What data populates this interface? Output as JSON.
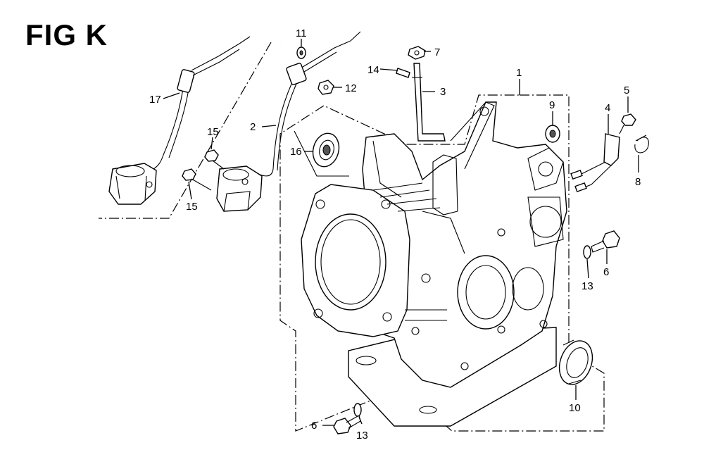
{
  "figure": {
    "title": "FIG K"
  },
  "callouts": [
    {
      "id": "c1",
      "text": "1"
    },
    {
      "id": "c2",
      "text": "2"
    },
    {
      "id": "c3",
      "text": "3"
    },
    {
      "id": "c4",
      "text": "4"
    },
    {
      "id": "c5",
      "text": "5"
    },
    {
      "id": "c6a",
      "text": "6"
    },
    {
      "id": "c6b",
      "text": "6"
    },
    {
      "id": "c7",
      "text": "7"
    },
    {
      "id": "c8",
      "text": "8"
    },
    {
      "id": "c9",
      "text": "9"
    },
    {
      "id": "c10",
      "text": "10"
    },
    {
      "id": "c11",
      "text": "11"
    },
    {
      "id": "c12",
      "text": "12"
    },
    {
      "id": "c13a",
      "text": "13"
    },
    {
      "id": "c13b",
      "text": "13"
    },
    {
      "id": "c14",
      "text": "14"
    },
    {
      "id": "c15a",
      "text": "15"
    },
    {
      "id": "c15b",
      "text": "15"
    },
    {
      "id": "c16",
      "text": "16"
    },
    {
      "id": "c17",
      "text": "17"
    }
  ]
}
